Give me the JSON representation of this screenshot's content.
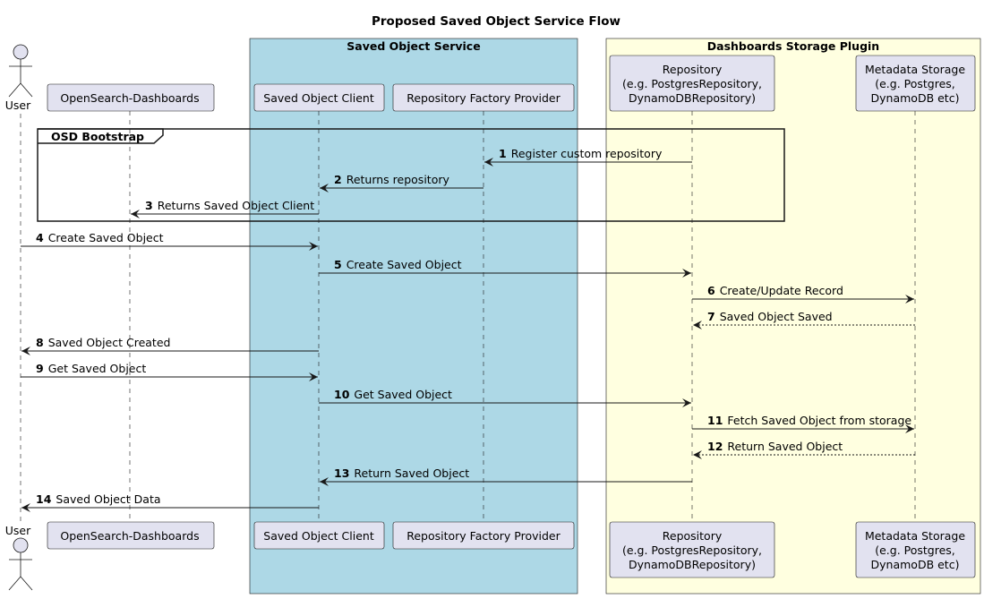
{
  "title": "Proposed Saved Object Service Flow",
  "boxes": {
    "service": {
      "label": "Saved Object Service",
      "color": "#ADD8E6"
    },
    "plugin": {
      "label": "Dashboards Storage Plugin",
      "color": "#FFFFE0"
    }
  },
  "participants": {
    "user": {
      "label": "User",
      "icon": "actor-stick-figure"
    },
    "osd": {
      "label": "OpenSearch-Dashboards"
    },
    "client": {
      "label": "Saved Object Client"
    },
    "factory": {
      "label": "Repository Factory Provider"
    },
    "repository": {
      "lines": [
        "Repository",
        "(e.g. PostgresRepository,",
        "DynamoDBRepository)"
      ]
    },
    "storage": {
      "lines": [
        "Metadata Storage",
        "(e.g. Postgres,",
        "DynamoDB etc)"
      ]
    }
  },
  "group": {
    "label": "OSD Bootstrap"
  },
  "messages": [
    {
      "num": "1",
      "text": "Register custom repository",
      "from": "repository",
      "to": "factory",
      "style": "solid"
    },
    {
      "num": "2",
      "text": "Returns repository",
      "from": "factory",
      "to": "client",
      "style": "solid"
    },
    {
      "num": "3",
      "text": "Returns Saved Object Client",
      "from": "client",
      "to": "osd",
      "style": "solid"
    },
    {
      "num": "4",
      "text": "Create Saved Object",
      "from": "user",
      "to": "client",
      "style": "solid"
    },
    {
      "num": "5",
      "text": "Create Saved Object",
      "from": "client",
      "to": "repository",
      "style": "solid"
    },
    {
      "num": "6",
      "text": "Create/Update Record",
      "from": "repository",
      "to": "storage",
      "style": "solid"
    },
    {
      "num": "7",
      "text": "Saved Object Saved",
      "from": "storage",
      "to": "repository",
      "style": "dashed"
    },
    {
      "num": "8",
      "text": "Saved Object Created",
      "from": "client",
      "to": "user",
      "style": "solid"
    },
    {
      "num": "9",
      "text": "Get Saved Object",
      "from": "user",
      "to": "client",
      "style": "solid"
    },
    {
      "num": "10",
      "text": "Get Saved Object",
      "from": "client",
      "to": "repository",
      "style": "solid"
    },
    {
      "num": "11",
      "text": "Fetch Saved Object from storage",
      "from": "repository",
      "to": "storage",
      "style": "solid"
    },
    {
      "num": "12",
      "text": "Return Saved Object",
      "from": "storage",
      "to": "repository",
      "style": "dashed"
    },
    {
      "num": "13",
      "text": "Return Saved Object",
      "from": "repository",
      "to": "client",
      "style": "solid"
    },
    {
      "num": "14",
      "text": "Saved Object Data",
      "from": "client",
      "to": "user",
      "style": "solid"
    }
  ],
  "colors": {
    "participant_fill": "#E2E2F0",
    "participant_border": "#181818",
    "line": "#181818"
  }
}
